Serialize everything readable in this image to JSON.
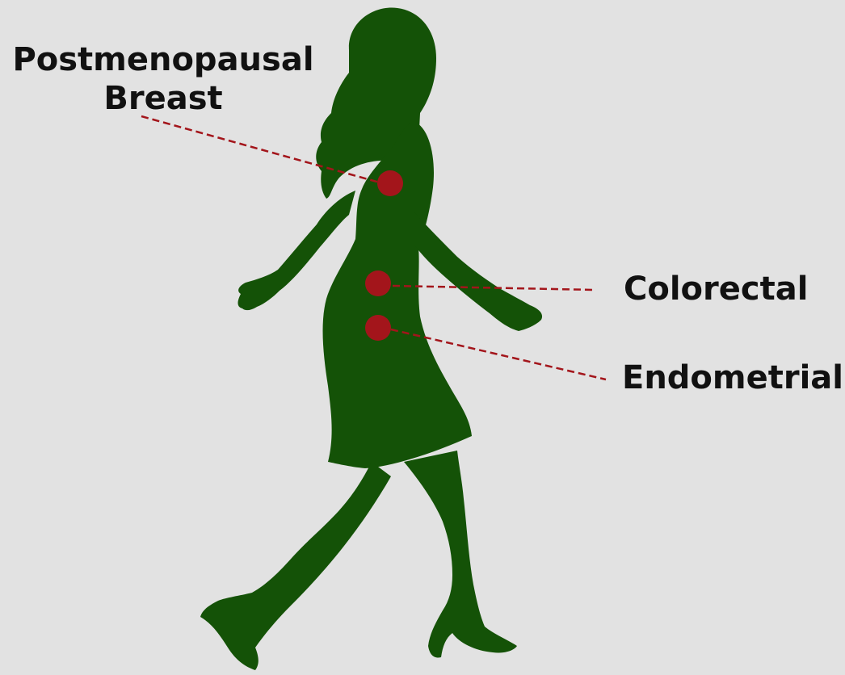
{
  "diagram": {
    "labels": {
      "breast_line1": "Postmenopausal",
      "breast_line2": "Breast",
      "colorectal": "Colorectal",
      "endometrial": "Endometrial"
    },
    "colors": {
      "background": "#e2e2e2",
      "silhouette": "#145207",
      "marker": "#a3151b",
      "leader_line": "#a3151b",
      "text": "#111111"
    },
    "icons": {
      "figure": "walking-woman-silhouette",
      "marker": "red-dot"
    }
  }
}
